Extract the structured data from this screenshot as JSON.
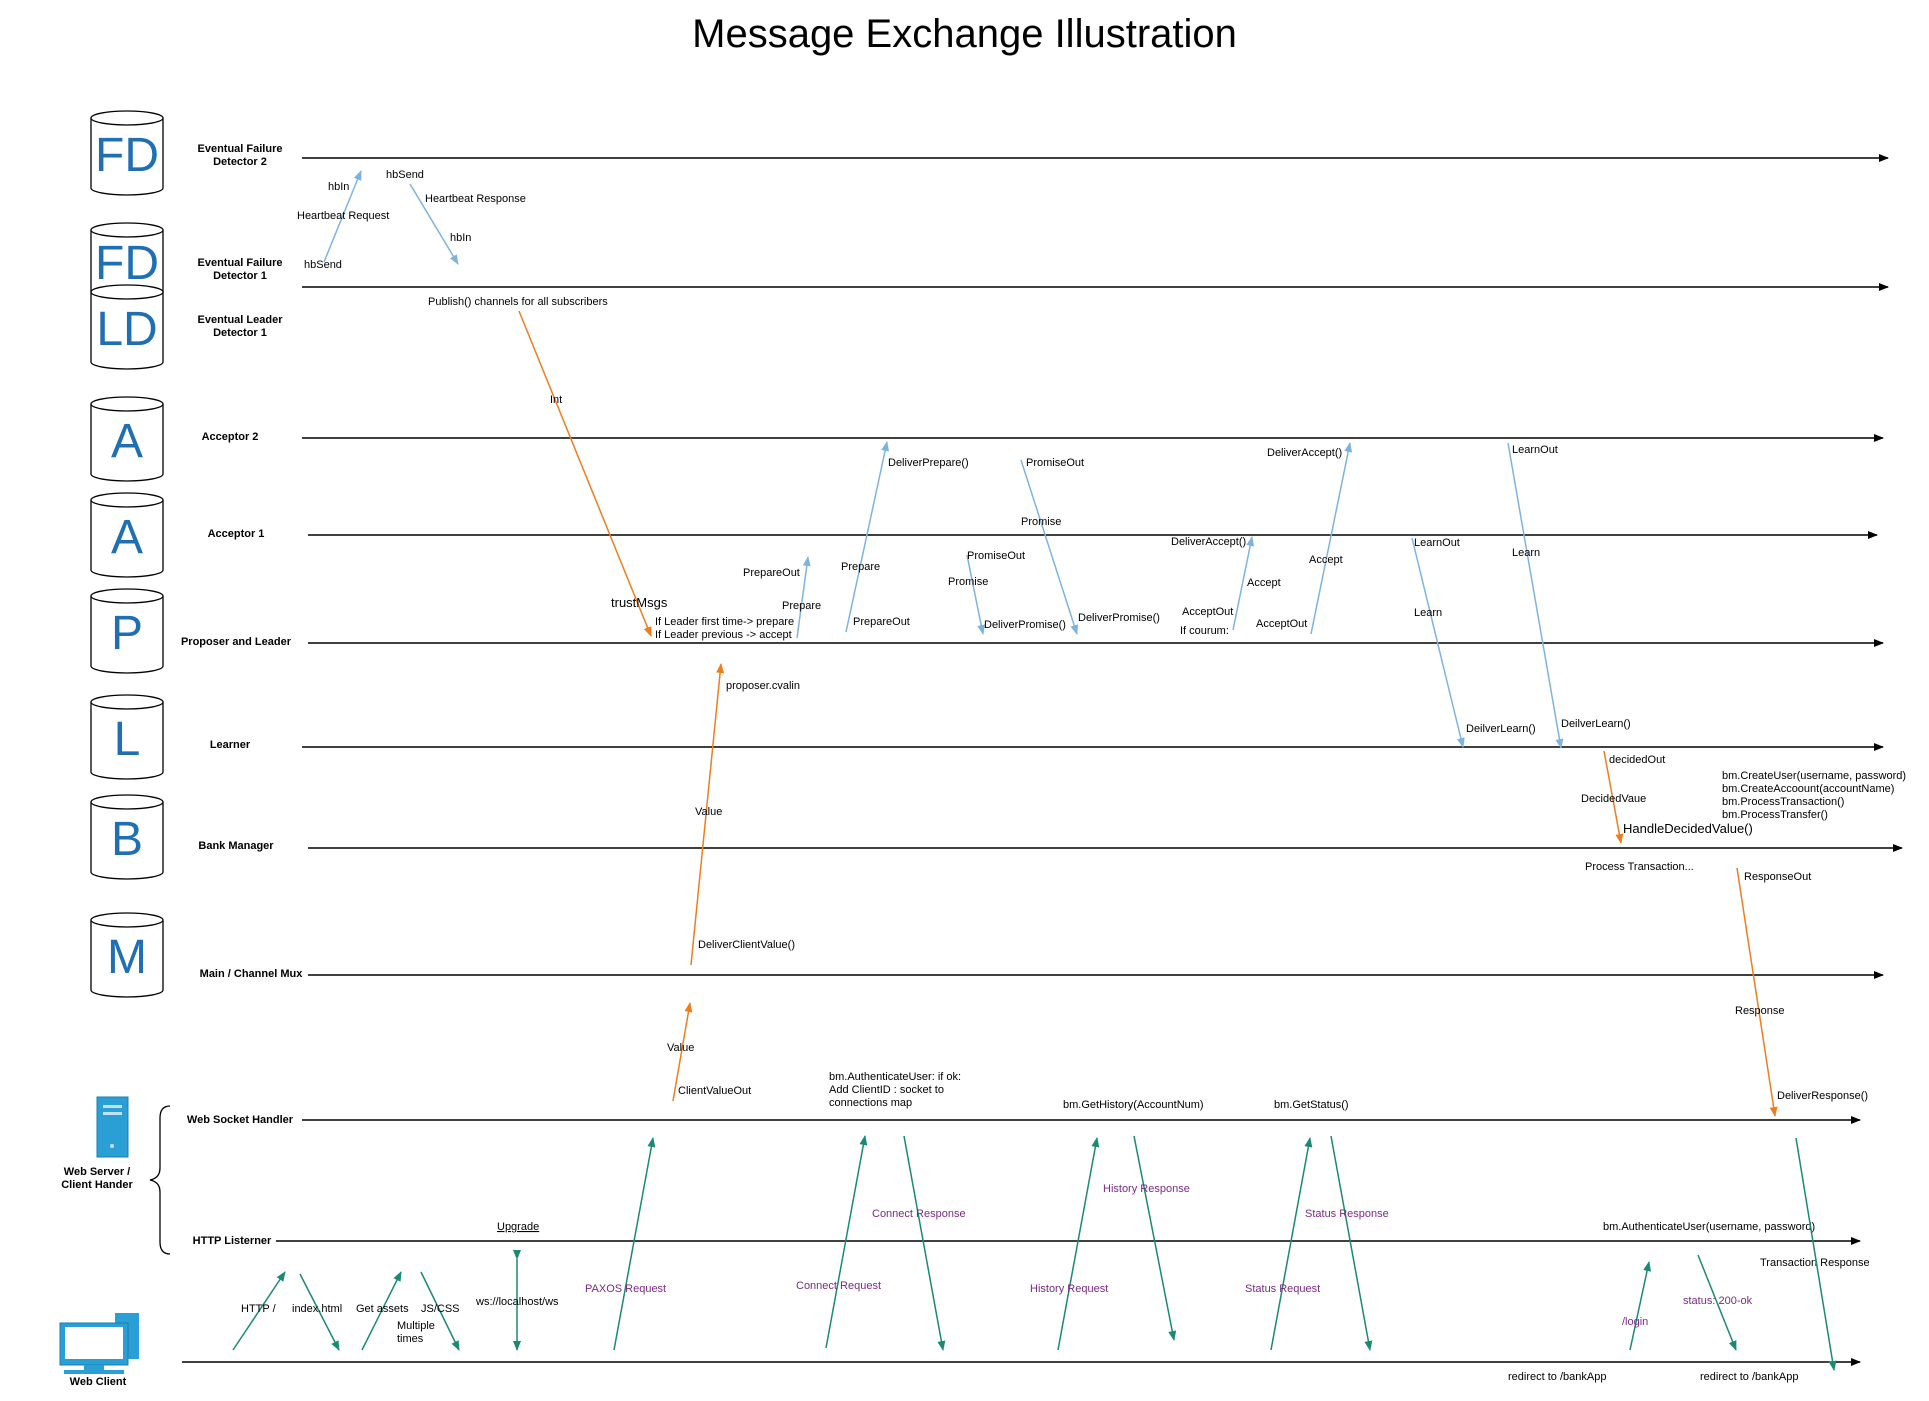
{
  "title": "Message Exchange Illustration",
  "colors": {
    "lane": "#000000",
    "blue_arrow": "#7fb3de",
    "orange_arrow": "#ee7d1e",
    "green_arrow": "#1a8a72",
    "glyph": "#1f6fb2",
    "purple_text": "#7a2a84"
  },
  "actors": [
    {
      "glyph": "FD",
      "label": [
        "Eventual Failure",
        "Detector 2"
      ]
    },
    {
      "glyph": "FD",
      "label": [
        "Eventual Failure",
        "Detector 1"
      ]
    },
    {
      "glyph": "LD",
      "label": [
        "Eventual Leader",
        "Detector 1"
      ]
    },
    {
      "glyph": "A",
      "label": [
        "Acceptor 2"
      ]
    },
    {
      "glyph": "A",
      "label": [
        "Acceptor 1"
      ]
    },
    {
      "glyph": "P",
      "label": [
        "Proposer and Leader"
      ]
    },
    {
      "glyph": "L",
      "label": [
        "Learner"
      ]
    },
    {
      "glyph": "B",
      "label": [
        "Bank Manager"
      ]
    },
    {
      "glyph": "M",
      "label": [
        "Main / Channel Mux"
      ]
    }
  ],
  "web_server": {
    "label": [
      "Web Server /",
      "Client Hander"
    ],
    "lanes": [
      "Web Socket Handler",
      "HTTP Listerner"
    ]
  },
  "web_client": {
    "label": "Web Client"
  },
  "messages": {
    "heartbeat": [
      "hbIn",
      "Heartbeat Request",
      "hbSend",
      "hbSend",
      "Heartbeat Response",
      "hbIn"
    ],
    "leader": [
      "Publish() channels for all subscribers",
      "Int",
      "trustMsgs",
      "If Leader first time-> prepare",
      "If Leader previous -> accept"
    ],
    "prepare": [
      "PrepareOut",
      "Prepare",
      "Prepare",
      "PrepareOut",
      "DeliverPrepare()"
    ],
    "promise": [
      "PromiseOut",
      "Promise",
      "PromiseOut",
      "Promise",
      "DeliverPromise()",
      "DeliverPromise()"
    ],
    "accept": [
      "DeliverAccept()",
      "Accept",
      "AcceptOut",
      "If courum:",
      "AcceptOut",
      "Accept",
      "DeliverAccept()"
    ],
    "learn": [
      "LearnOut",
      "Learn",
      "LearnOut",
      "Learn",
      "DeilverLearn()",
      "DeilverLearn()"
    ],
    "decided": [
      "decidedOut",
      "DecidedVaue",
      "HandleDecidedValue()",
      "Process Transaction..."
    ],
    "bank_calls": [
      "bm.CreateUser(username, password)",
      "bm.CreateAccoount(accountName)",
      "bm.ProcessTransaction()",
      "bm.ProcessTransfer()"
    ],
    "value": [
      "proposer.cvalin",
      "Value",
      "DeliverClientValue()",
      "Value",
      "ClientValueOut"
    ],
    "response": [
      "ResponseOut",
      "Response",
      "DeliverResponse()",
      "Transaction Response"
    ],
    "ws": [
      "bm.AuthenticateUser: if ok:",
      "Add ClientID : socket to",
      "connections map",
      "bm.GetHistory(AccountNum)",
      "bm.GetStatus()",
      "bm.AuthenticateUser(username, password)"
    ],
    "http": [
      "HTTP /",
      "index.html",
      "Get assets",
      "JS/CSS",
      "Multiple",
      "times",
      "Upgrade",
      "ws://localhost/ws"
    ],
    "requests": [
      "PAXOS Request",
      "Connect Request",
      "Connect Response",
      "History Request",
      "History Response",
      "Status Request",
      "Status Response",
      "/login",
      "status: 200-ok"
    ],
    "redirects": [
      "redirect to /bankApp",
      "redirect to /bankApp"
    ]
  }
}
